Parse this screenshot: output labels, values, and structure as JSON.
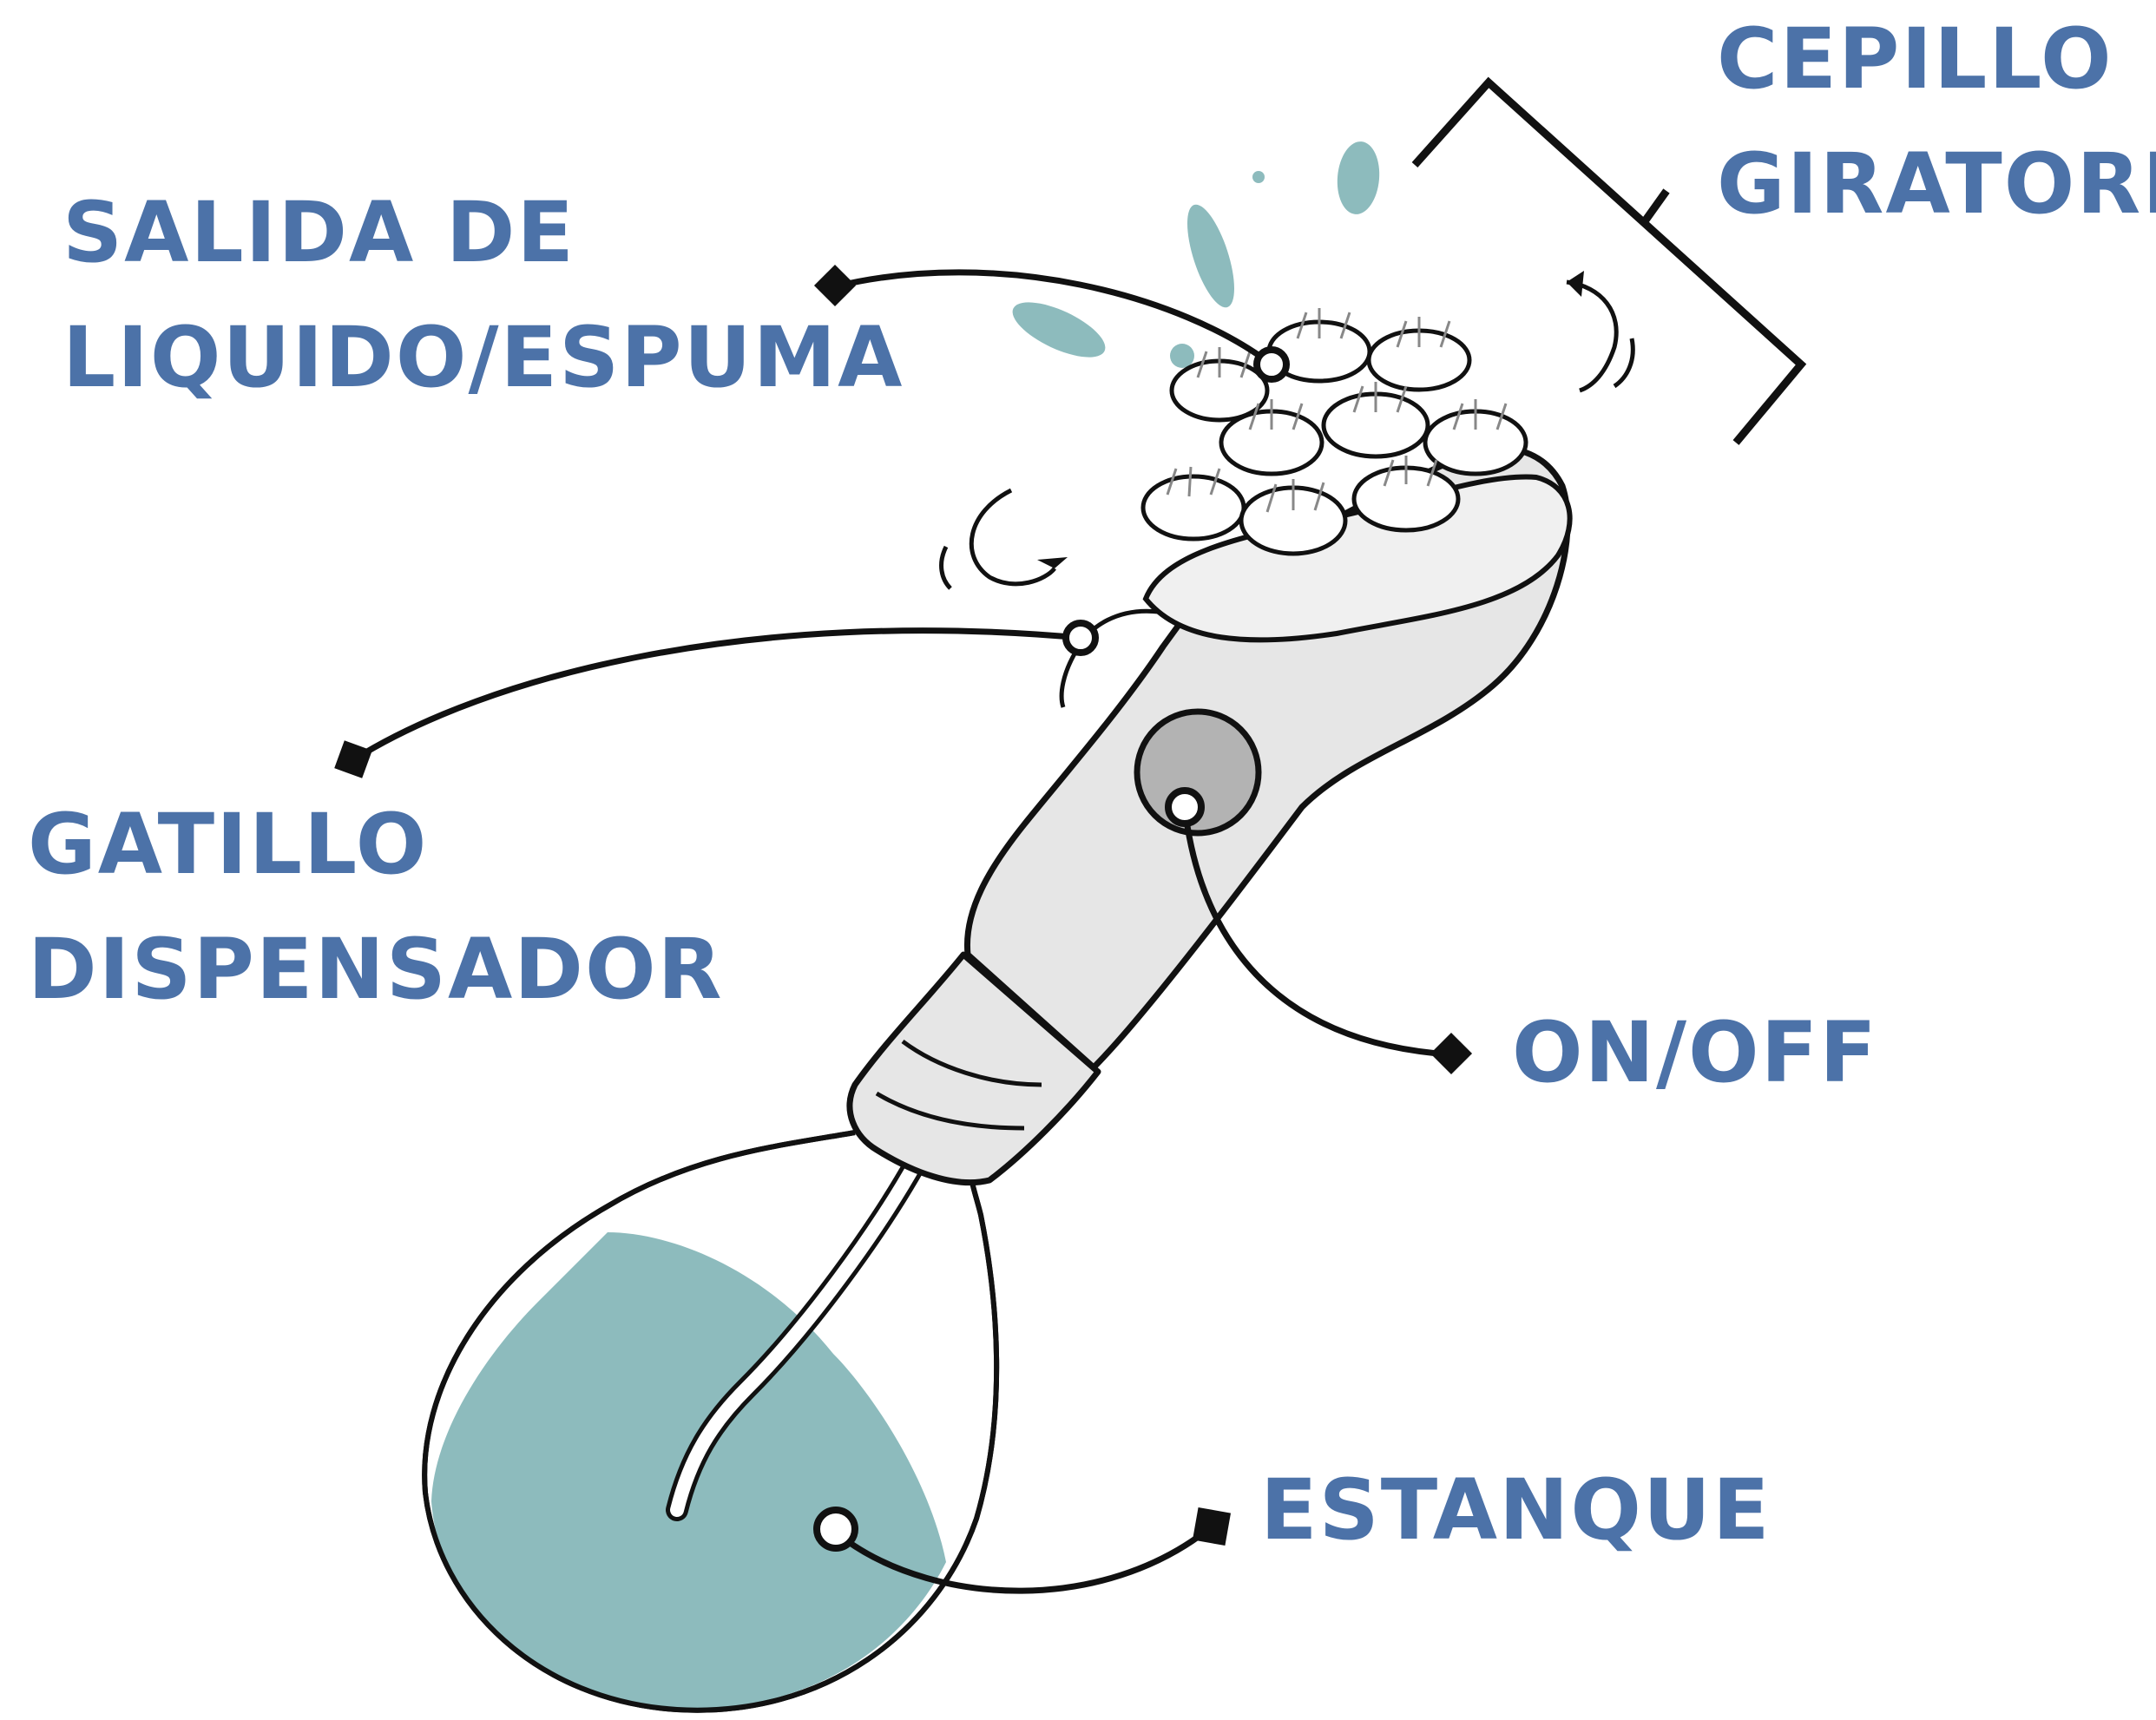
{
  "labels": {
    "cepillo_giratorio": {
      "line1": "CEPILLO",
      "line2": "GIRATORIO"
    },
    "salida": {
      "line1": "SALIDA DE",
      "line2": "LIQUIDO/ESPUMA"
    },
    "gatillo": {
      "line1": "GATILLO",
      "line2": "DISPENSADOR"
    },
    "on_off": {
      "line1": "ON/OFF"
    },
    "estanque": {
      "line1": "ESTANQUE"
    }
  },
  "colors": {
    "label_text": "#4c72a8",
    "liquid": "#8dbbbd",
    "splash": "#8dbbbd",
    "body": "#e6e6e6",
    "button": "#b3b3b3",
    "outline": "#111111"
  }
}
